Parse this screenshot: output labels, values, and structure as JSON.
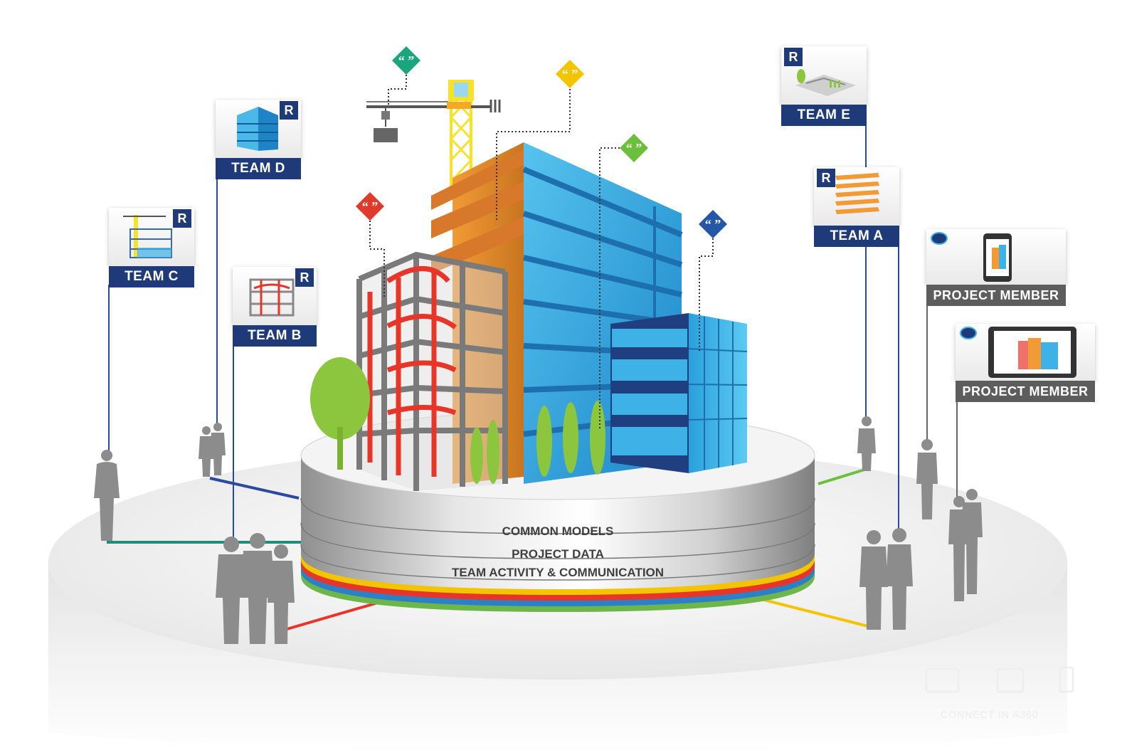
{
  "layers": [
    "COMMON MODELS",
    "PROJECT DATA",
    "TEAM ACTIVITY & COMMUNICATION"
  ],
  "teams": [
    {
      "id": "team-d",
      "label": "TEAM D"
    },
    {
      "id": "team-c",
      "label": "TEAM C"
    },
    {
      "id": "team-b",
      "label": "TEAM B"
    },
    {
      "id": "team-e",
      "label": "TEAM E"
    },
    {
      "id": "team-a",
      "label": "TEAM A"
    }
  ],
  "members": [
    {
      "id": "member-phone",
      "label": "PROJECT MEMBER",
      "device": "phone-icon"
    },
    {
      "id": "member-tablet",
      "label": "PROJECT MEMBER",
      "device": "tablet-icon"
    }
  ],
  "watermark": {
    "text": "CONNECT IN A360"
  },
  "comment_markers": [
    {
      "color": "#1aa57f"
    },
    {
      "color": "#f2c500"
    },
    {
      "color": "#e03a2c"
    },
    {
      "color": "#6cbf3c"
    },
    {
      "color": "#2457a8"
    }
  ],
  "colors": {
    "team_label": "#1f3a78",
    "member_label": "#5d5d5d",
    "glass_blue": "#2ea7df",
    "concrete_orange": "#e08a2a",
    "steel_red": "#e8352a",
    "tree_green": "#8cc63f",
    "crane_yellow": "#f7e22b"
  }
}
